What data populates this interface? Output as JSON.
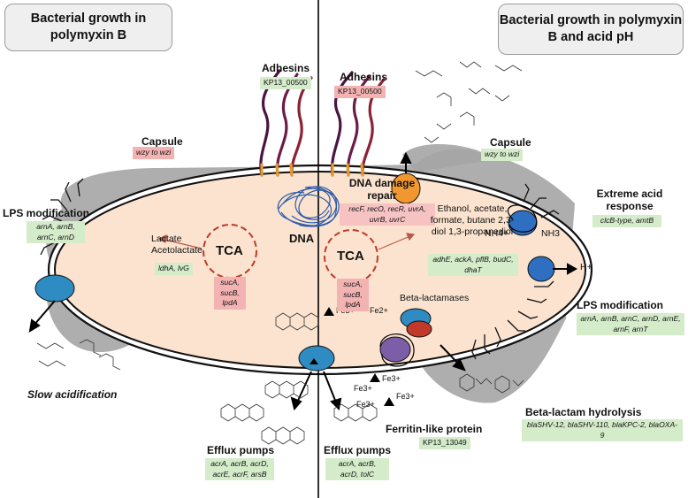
{
  "left_panel": {
    "title": "Bacterial growth in polymyxin B",
    "adhesins": {
      "label": "Adhesins",
      "gene": "KP13_00500"
    },
    "capsule": {
      "label": "Capsule",
      "gene": "wzy to wzi"
    },
    "lps": {
      "label": "LPS modification",
      "genes": "arnA, arnB, arnC, arnD"
    },
    "metabolites": "Lactate Acetolactate",
    "metab_genes": "ldhA, lvG",
    "tca": {
      "label": "TCA",
      "genes": "sucA, sucB, lpdA"
    },
    "acidification": "Slow acidification",
    "efflux": {
      "label": "Efflux pumps",
      "genes": "acrA, acrB, acrD, acrE, acrF, arsB"
    }
  },
  "right_panel": {
    "title": "Bacterial growth in polymyxin B and acid pH",
    "adhesins": {
      "label": "Adhesins",
      "gene": "KP13_00500"
    },
    "capsule": {
      "label": "Capsule",
      "gene": "wzy to wzi"
    },
    "dna_repair": {
      "label": "DNA damage repair",
      "genes": "recF, recO, recR, uvrA, uvrB, uvrC"
    },
    "products": "Ethanol, acetate, formate, butane 2,3-diol 1,3-propanediol",
    "product_genes": "adhE, ackA, pflB, budC, dhaT",
    "tca": {
      "label": "TCA",
      "genes": "sucA, sucB, lpdA"
    },
    "acid_response": {
      "label": "Extreme acid response",
      "genes": "clcB-type, amtB"
    },
    "nh4": "NH4+",
    "nh3": "NH3",
    "hplus": "H+",
    "beta_lactamases": "Beta-lactamases",
    "lps": {
      "label": "LPS modification",
      "genes": "arnA, arnB, arnC, arnD, arnE, arnF, arnT"
    },
    "beta_hydrolysis": {
      "label": "Beta-lactam hydrolysis",
      "genes": "blaSHV-12, blaSHV-110, blaKPC-2, blaOXA-9"
    },
    "ferritin": {
      "label": "Ferritin-like protein",
      "gene": "KP13_13049"
    },
    "efflux": {
      "label": "Efflux pumps",
      "genes": "acrA, acrB, acrD, tolC"
    }
  },
  "center": {
    "dna": "DNA",
    "fe3": "Fe3+",
    "fe2": "Fe2+"
  },
  "colors": {
    "cytoplasm": "#fbe3cf",
    "capsule": "#a3a3a3",
    "gene_green": "#d4ecca",
    "gene_red": "#f4b3b3",
    "membrane_protein_teal": "#2e8cc2",
    "tca_circle": "#c0392b"
  }
}
